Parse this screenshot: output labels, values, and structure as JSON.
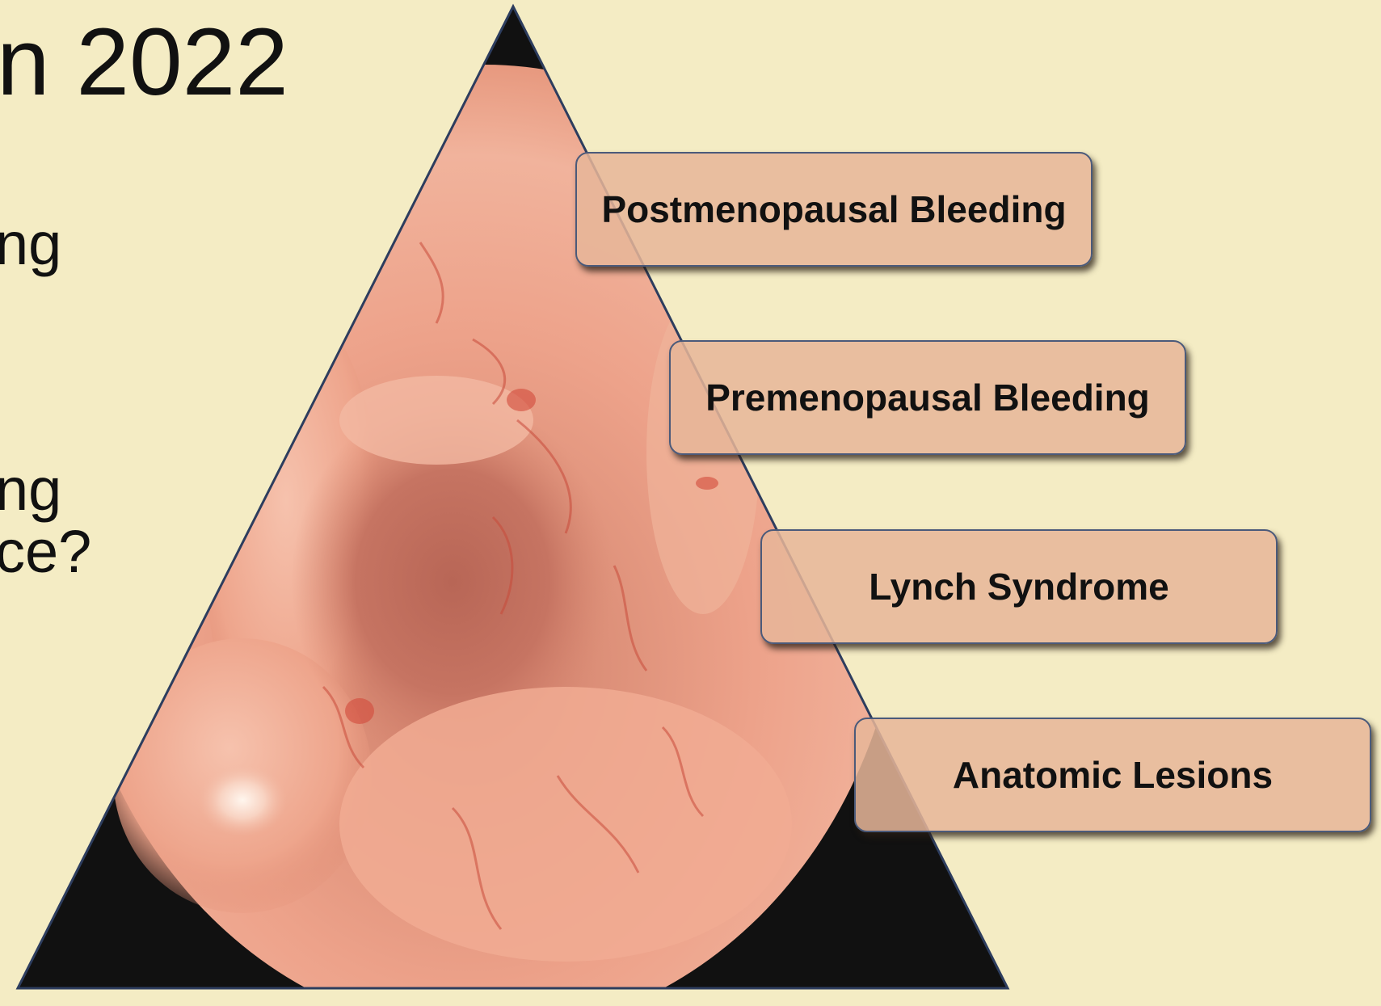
{
  "slide": {
    "title_fragment": "n 2022",
    "body_fragments": [
      "ng",
      "ng",
      "ce?"
    ]
  },
  "pyramid": {
    "image_description": "endoscopic-uterine-cavity-image",
    "labels": [
      "Postmenopausal Bleeding",
      "Premenopausal Bleeding",
      "Lynch Syndrome",
      "Anatomic Lesions"
    ]
  },
  "colors": {
    "background": "#f4ecc4",
    "box_fill": "#e6b698",
    "box_border": "#4b5a7a",
    "tissue": "#e89a82",
    "shadow_black": "#111111"
  }
}
